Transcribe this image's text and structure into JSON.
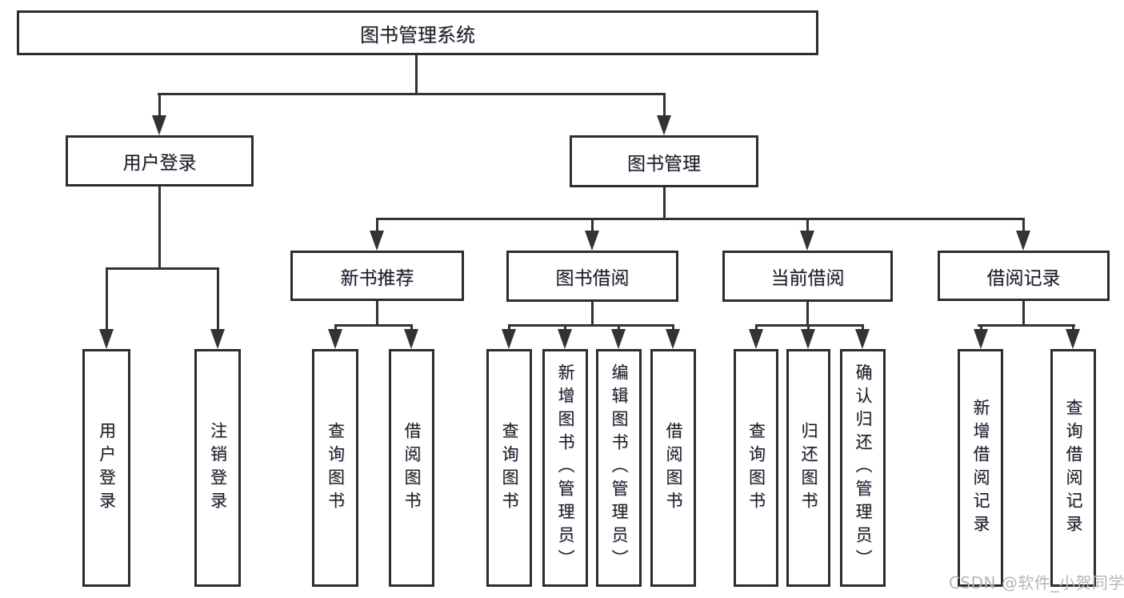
{
  "tree": {
    "root": "图书管理系统",
    "branches": [
      {
        "label": "用户登录",
        "leaves": [
          "用户登录",
          "注销登录"
        ]
      },
      {
        "label": "图书管理",
        "groups": [
          {
            "label": "新书推荐",
            "leaves": [
              "查询图书",
              "借阅图书"
            ]
          },
          {
            "label": "图书借阅",
            "leaves": [
              "查询图书",
              "新增图书（管理员）",
              "编辑图书（管理员）",
              "借阅图书"
            ]
          },
          {
            "label": "当前借阅",
            "leaves": [
              "查询图书",
              "归还图书",
              "确认归还（管理员）"
            ]
          },
          {
            "label": "借阅记录",
            "leaves": [
              "新增借阅记录",
              "查询借阅记录"
            ]
          }
        ]
      }
    ]
  },
  "colors": {
    "line": "#333333",
    "border": "#2d2d2d",
    "text": "#1c1c1e",
    "watermark": "#b6b6b6"
  },
  "watermark": "CSDN @软件_小贺同学"
}
